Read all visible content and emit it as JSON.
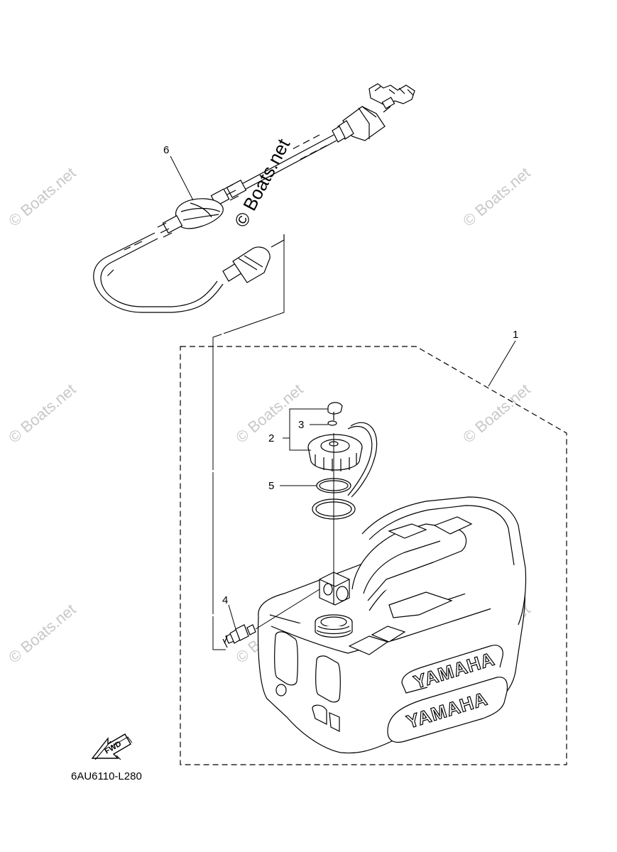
{
  "parts": [
    {
      "number": "1"
    },
    {
      "number": "2"
    },
    {
      "number": "3"
    },
    {
      "number": "4"
    },
    {
      "number": "5"
    },
    {
      "number": "6"
    }
  ],
  "reference_code": "6AU6110-L280",
  "direction_label": "FWD",
  "brand_text": "YAMAHA",
  "watermark_text": "© Boats.net"
}
